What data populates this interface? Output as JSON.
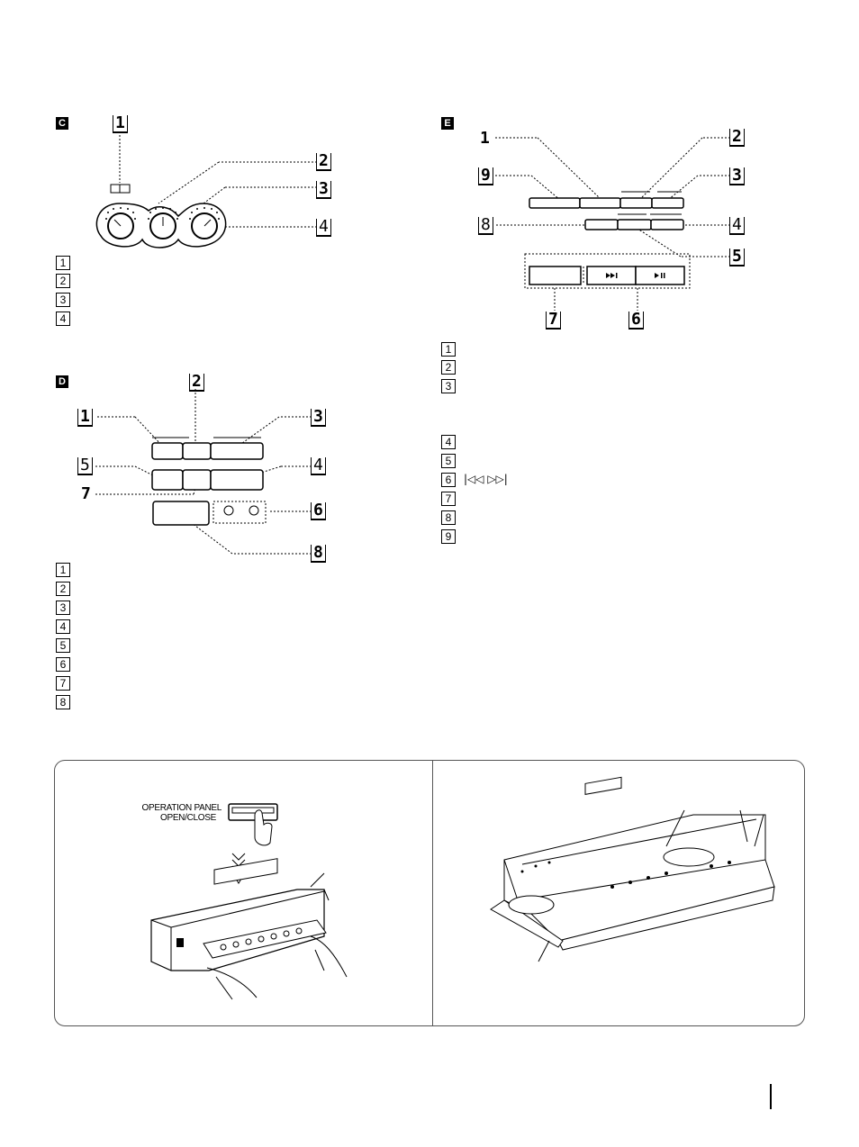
{
  "sections": {
    "c": {
      "letter": "C",
      "callouts": [
        "1",
        "2",
        "3",
        "4"
      ],
      "list": [
        "1",
        "2",
        "3",
        "4"
      ]
    },
    "d": {
      "letter": "D",
      "callouts": [
        "1",
        "2",
        "3",
        "4",
        "5",
        "6",
        "7",
        "8"
      ],
      "list": [
        "1",
        "2",
        "3",
        "4",
        "5",
        "6",
        "7",
        "8"
      ]
    },
    "e": {
      "letter": "E",
      "callouts": [
        "1",
        "2",
        "3",
        "4",
        "5",
        "6",
        "7",
        "8",
        "9"
      ],
      "list": [
        "1",
        "2",
        "3",
        "4",
        "5",
        "6",
        "7",
        "8",
        "9"
      ],
      "skip_symbols": "|◁◁  ▷▷|"
    }
  },
  "panel": {
    "button_label_line1": "OPERATION PANEL",
    "button_label_line2": "OPEN/CLOSE"
  }
}
